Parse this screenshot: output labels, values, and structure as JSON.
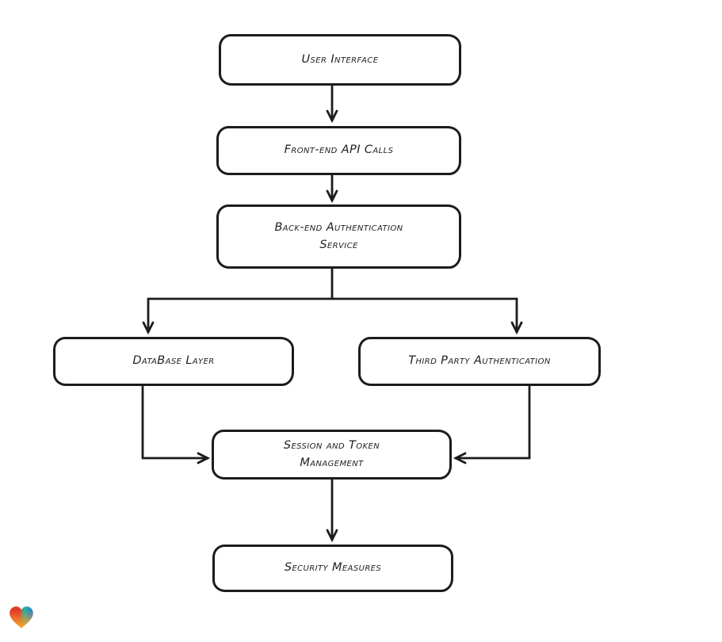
{
  "diagram": {
    "type": "flowchart",
    "direction": "top-down",
    "colors": {
      "background": "#ffffff",
      "node_fill": "#ffffff",
      "stroke": "#1c1c1c",
      "text": "#1f1f1f"
    },
    "nodes": [
      {
        "id": "user-interface",
        "label": "User Interface"
      },
      {
        "id": "frontend-api",
        "label": "Front-end API Calls"
      },
      {
        "id": "backend-auth",
        "label": "Back-end Authentication Service"
      },
      {
        "id": "database-layer",
        "label": "DataBase Layer"
      },
      {
        "id": "third-party-auth",
        "label": "Third Party Authentication"
      },
      {
        "id": "session-token",
        "label": "Session and Token Management"
      },
      {
        "id": "security",
        "label": "Security Measures"
      }
    ],
    "edges": [
      {
        "from": "user-interface",
        "to": "frontend-api"
      },
      {
        "from": "frontend-api",
        "to": "backend-auth"
      },
      {
        "from": "backend-auth",
        "to": "database-layer"
      },
      {
        "from": "backend-auth",
        "to": "third-party-auth"
      },
      {
        "from": "database-layer",
        "to": "session-token"
      },
      {
        "from": "third-party-auth",
        "to": "session-token"
      },
      {
        "from": "session-token",
        "to": "security"
      }
    ]
  },
  "logo": {
    "name": "eraser-heart-logo",
    "colors": {
      "red": "#e23a2a",
      "teal": "#27b59b",
      "blue": "#2f7fd6",
      "orange": "#f59d2e"
    }
  }
}
